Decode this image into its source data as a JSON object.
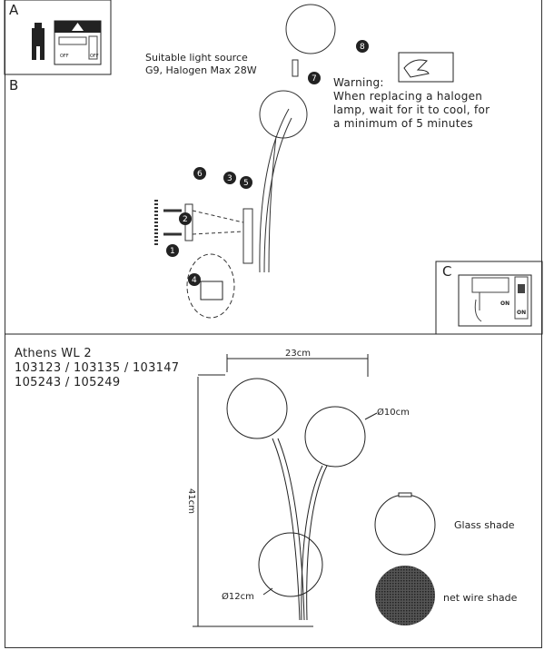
{
  "section_a": {
    "label": "A",
    "switch_text": [
      "OFF",
      "OFF"
    ]
  },
  "section_b": {
    "label": "B",
    "light_source": [
      "Suitable light source",
      "G9, Halogen Max 28W"
    ],
    "warning_title": "Warning:",
    "warning_lines": [
      "When replacing a halogen",
      "lamp, wait for it to cool, for",
      "a minimum of 5 minutes"
    ],
    "part_numbers": [
      "1",
      "2",
      "3",
      "4",
      "5",
      "6",
      "7",
      "8"
    ]
  },
  "section_c": {
    "label": "C",
    "switch_text": [
      "ON",
      "ON"
    ]
  },
  "product": {
    "name": "Athens WL 2",
    "codes": [
      "103123 / 103135 / 103147",
      "105243 / 105249"
    ],
    "width_dim": "23cm",
    "height_dim": "41cm",
    "shade_dia": "Ø10cm",
    "base_dia": "Ø12cm",
    "shade_options": [
      "Glass shade",
      "net wire shade"
    ]
  }
}
